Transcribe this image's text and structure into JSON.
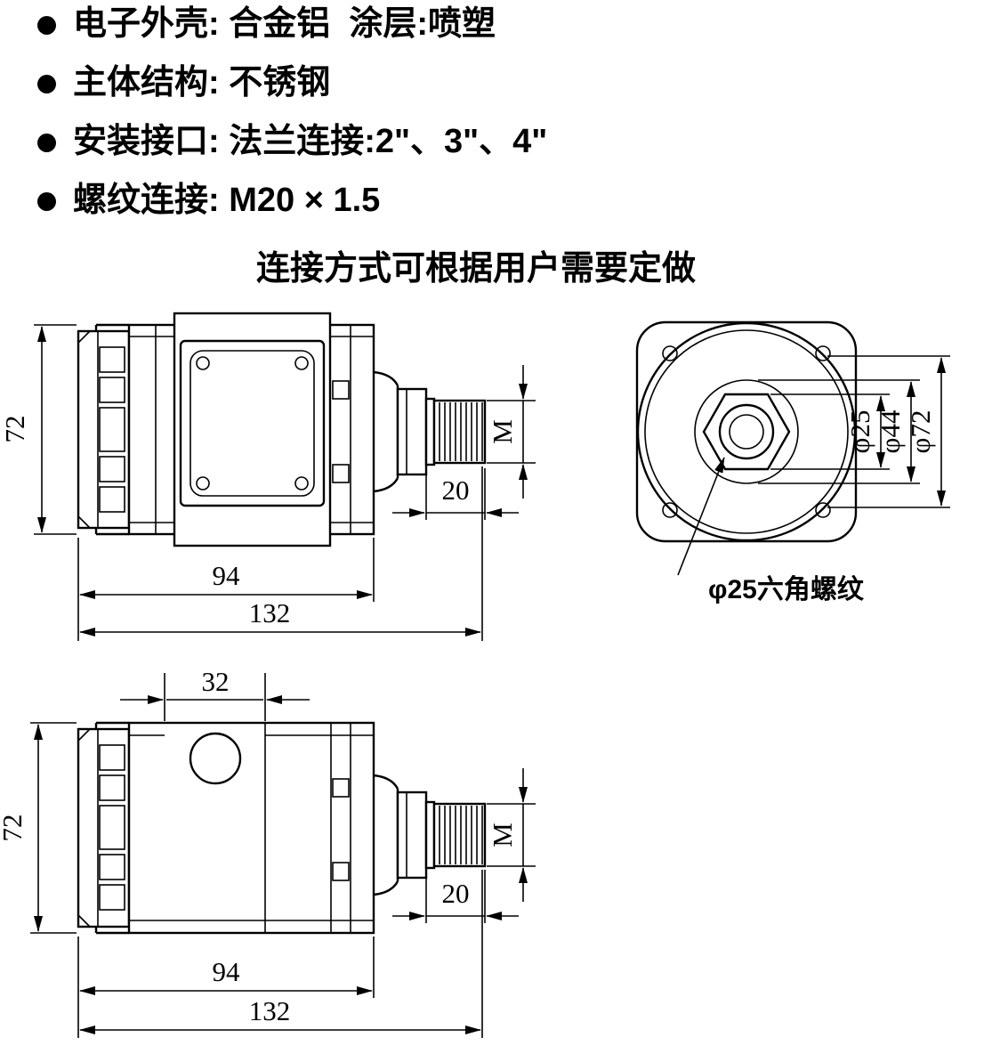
{
  "specs": {
    "items": [
      "电子外壳: 合金铝  涂层:喷塑",
      "主体结构: 不锈钢",
      "安装接口: 法兰连接:2\"、3\"、4\"",
      "螺纹连接: M20 × 1.5"
    ],
    "note": "连接方式可根据用户需要定做"
  },
  "views": {
    "side_top": {
      "height": "72",
      "body_width": "94",
      "overall_width": "132",
      "thread_len": "20",
      "thread": "M"
    },
    "front": {
      "hex_af": "φ25",
      "boss_dia": "φ44",
      "outer_dia": "φ72",
      "callout": "φ25六角螺纹"
    },
    "side_bottom": {
      "height": "72",
      "boss_width": "32",
      "body_width": "94",
      "overall_width": "132",
      "thread_len": "20",
      "thread": "M"
    }
  }
}
